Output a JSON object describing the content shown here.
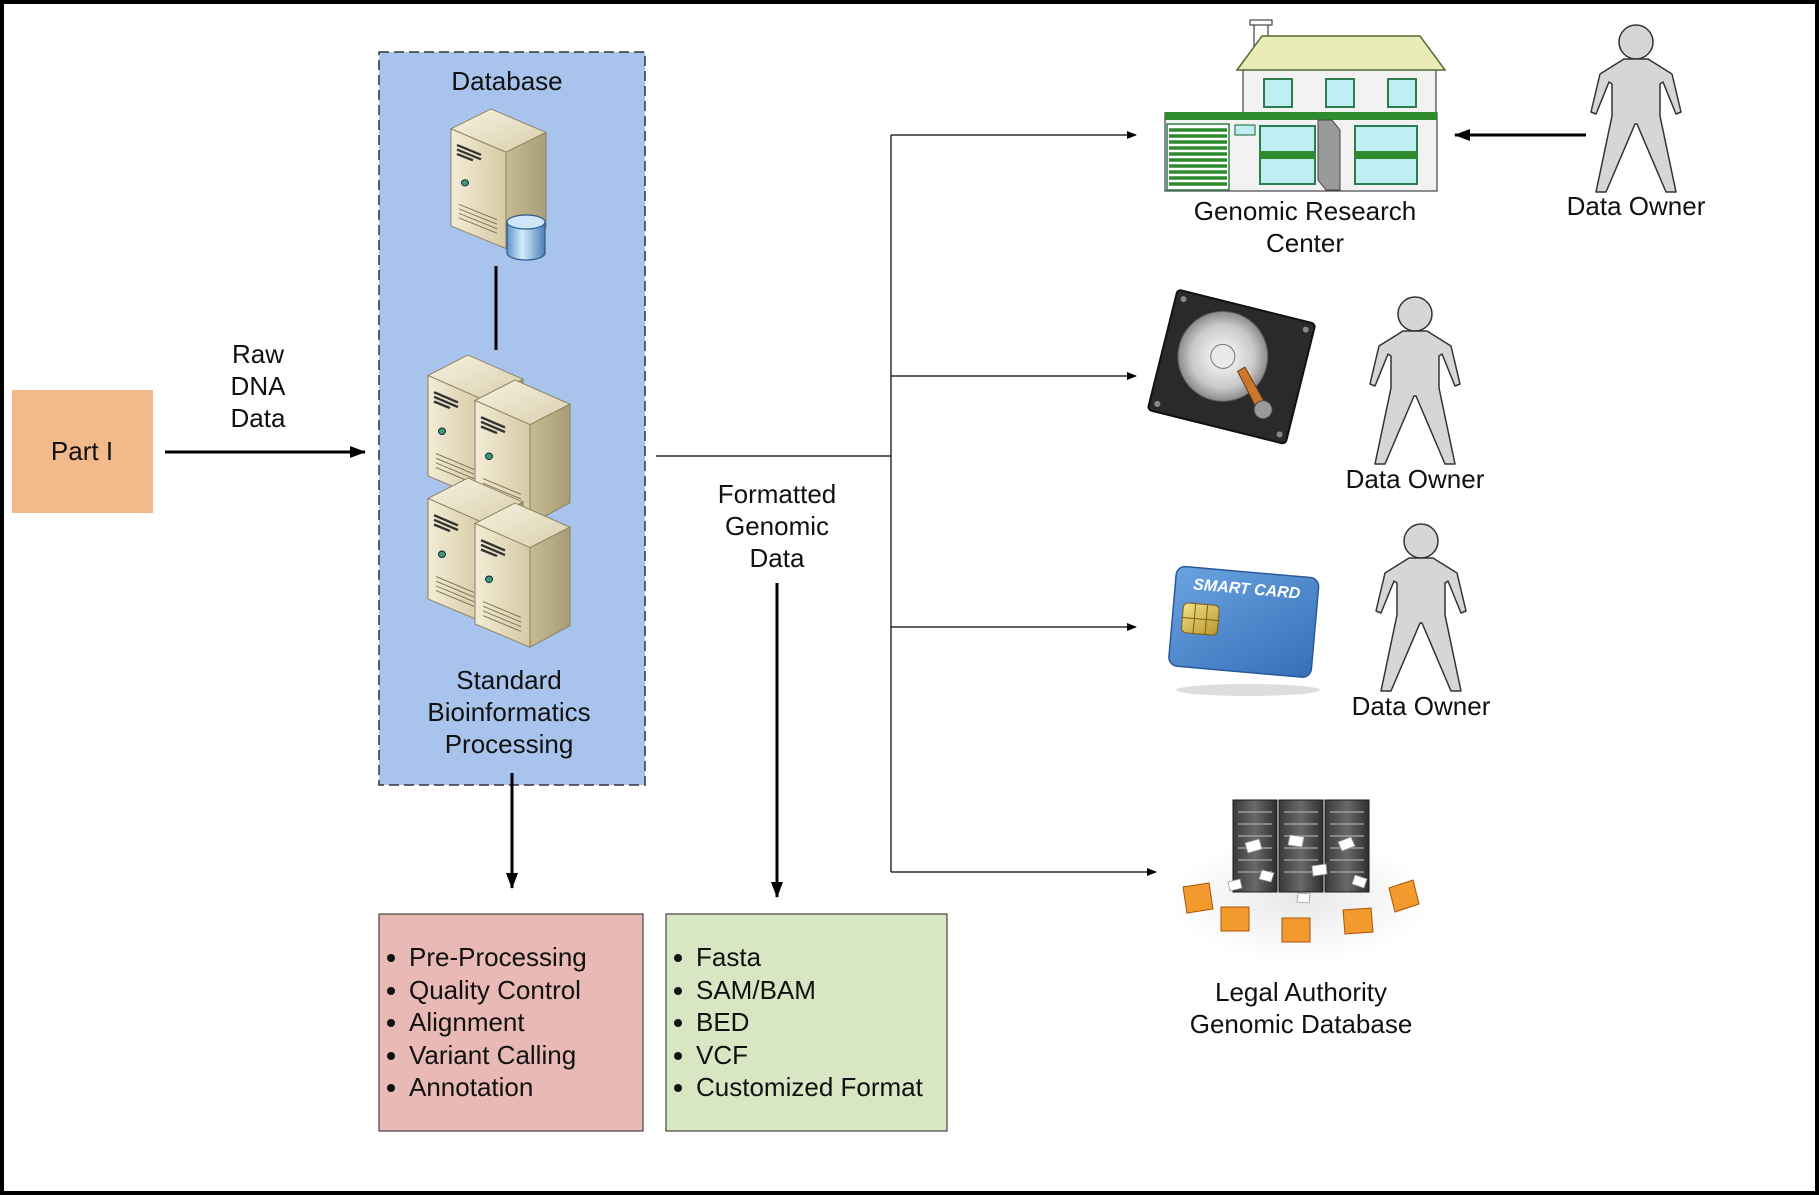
{
  "part_label": "Part I",
  "raw_data_label": [
    "Raw",
    "DNA",
    "Data"
  ],
  "database_panel": {
    "title": "Database",
    "caption": [
      "Standard",
      "Bioinformatics",
      "Processing"
    ]
  },
  "formatted_label": [
    "Formatted",
    "Genomic",
    "Data"
  ],
  "processing_steps": [
    "Pre-Processing",
    "Quality Control",
    "Alignment",
    "Variant Calling",
    "Annotation"
  ],
  "formats": [
    "Fasta",
    "SAM/BAM",
    "BED",
    "VCF",
    "Customized Format"
  ],
  "destinations": {
    "research_center": [
      "Genomic Research",
      "Center"
    ],
    "research_owner": "Data Owner",
    "hard_drive_owner": "Data Owner",
    "smart_card_text": "SMART CARD",
    "smart_card_owner": "Data Owner",
    "legal_authority": [
      "Legal Authority",
      "Genomic Database"
    ]
  },
  "colors": {
    "part_box": "#F2B98A",
    "database_panel": "#A9C4EC",
    "processing_box": "#E8B9B5",
    "formats_box": "#D8E6C3",
    "house_roof": "#E9EBB8",
    "house_green": "#2E8B2E",
    "window": "#BFEFF2",
    "person": "#D6D6D6",
    "smart_card": "#4A86CF",
    "folder": "#F39A2E"
  }
}
